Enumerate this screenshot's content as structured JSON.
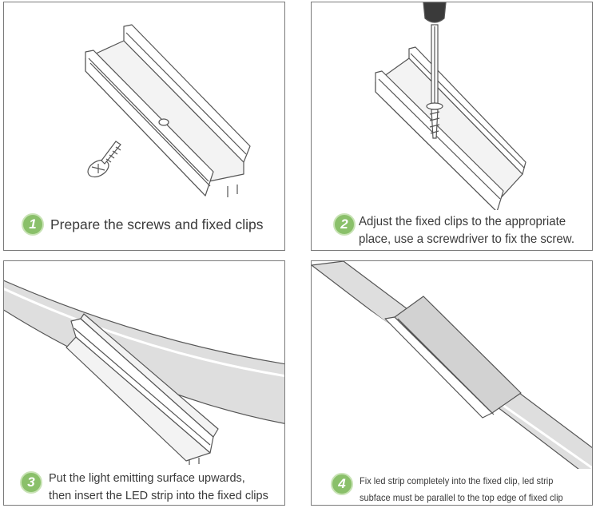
{
  "steps": [
    {
      "number": "1",
      "lines": [
        "Prepare the screws and fixed clips"
      ]
    },
    {
      "number": "2",
      "lines": [
        "Adjust the fixed clips to the appropriate",
        "place, use a screwdriver to fix the screw."
      ]
    },
    {
      "number": "3",
      "lines": [
        "Put the light emitting surface upwards,",
        "then insert the LED strip into the fixed clips"
      ]
    },
    {
      "number": "4",
      "lines": [
        "Fix led strip completely into the fixed clip, led strip",
        "subface must be parallel to the top edge of fixed clip"
      ]
    }
  ],
  "colors": {
    "badge": "#8ac06a",
    "panel_border": "#7a7a7a",
    "line_art": "#555555"
  }
}
